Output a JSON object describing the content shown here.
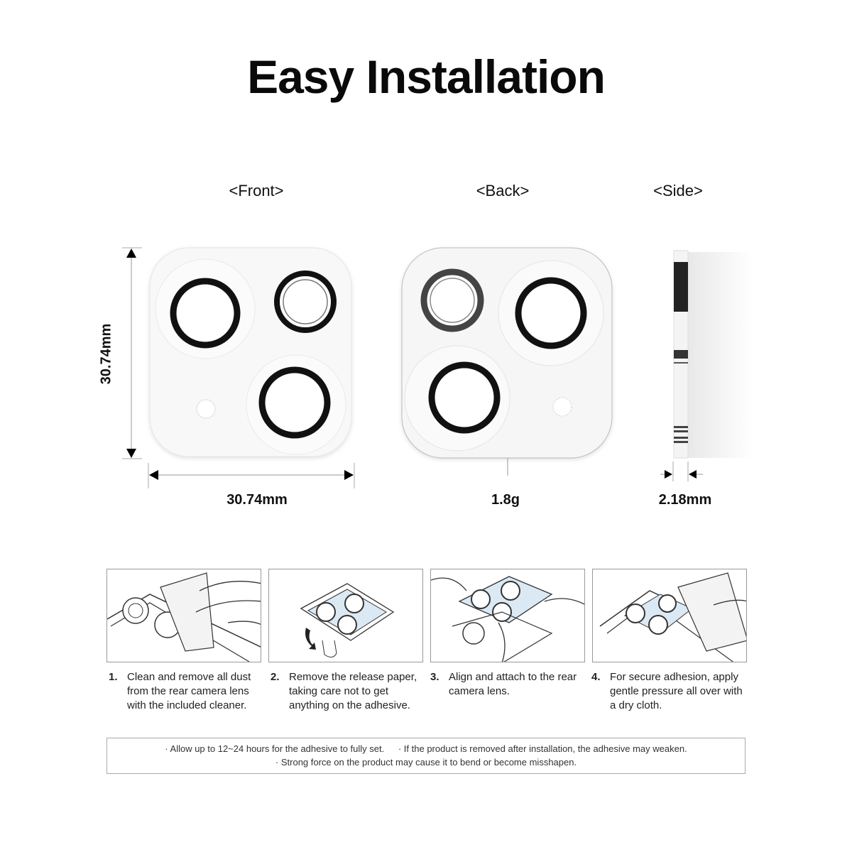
{
  "title": "Easy Installation",
  "views": {
    "front": "<Front>",
    "back": "<Back>",
    "side": "<Side>"
  },
  "measurements": {
    "height": "30.74mm",
    "width": "30.74mm",
    "weight": "1.8g",
    "thickness": "2.18mm"
  },
  "colors": {
    "ring": "#111111",
    "plate": "#f7f7f7",
    "plate_edge": "#d8d8d8",
    "dimension_line": "#999999",
    "film_blue": "#dbe9f4"
  },
  "steps": [
    {
      "num": "1.",
      "text": "Clean and remove all dust from the rear camera lens with the included cleaner.",
      "illustration": "wipe-lens-icon"
    },
    {
      "num": "2.",
      "text": "Remove the release paper, taking care not to get anything on the adhesive.",
      "illustration": "peel-release-paper-icon"
    },
    {
      "num": "3.",
      "text": "Align and attach to the rear camera lens.",
      "illustration": "align-attach-icon"
    },
    {
      "num": "4.",
      "text": "For secure adhesion, apply gentle pressure all over with a dry cloth.",
      "illustration": "press-cloth-icon"
    }
  ],
  "notes": [
    "· Allow up to 12~24 hours for the adhesive to fully set.",
    "· If the product is removed after installation, the adhesive may weaken.",
    "· Strong force on the product may cause it to bend or become misshapen."
  ]
}
